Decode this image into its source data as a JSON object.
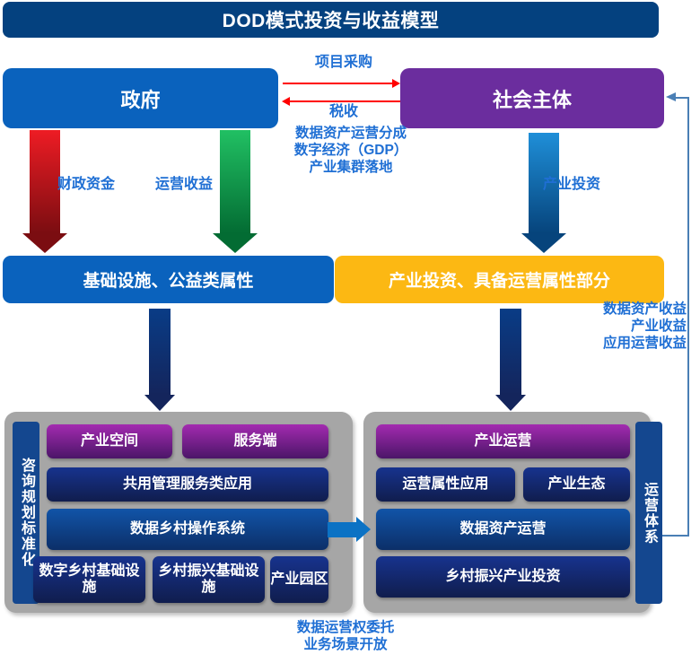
{
  "title": "DOD模式投资与收益模型",
  "actors": {
    "government": "政府",
    "society": "社会主体"
  },
  "categories": {
    "infrastructure": "基础设施、公益类属性",
    "industry": "产业投资、具备运营属性部分"
  },
  "flows": {
    "procurement": "项目采购",
    "tax": "税收",
    "returns_multiline": "数据资产运营分成\n数字经济（GDP）\n产业集群落地",
    "fiscal_funds": "财政资金",
    "operating_income": "运营收益",
    "industry_investment": "产业投资",
    "right_revenue_multiline": "数据资产收益\n产业收益\n应用运营收益",
    "bottom_note_multiline": "数据运营权委托\n业务场景开放"
  },
  "panels": {
    "left": {
      "side_tab": "咨询规划标准化",
      "cards": [
        {
          "label": "产业空间",
          "style": "purple"
        },
        {
          "label": "服务端",
          "style": "purple"
        },
        {
          "label": "共用管理服务类应用",
          "style": "navy"
        },
        {
          "label": "数据乡村操作系统",
          "style": "blue"
        },
        {
          "label": "数字乡村基础设施",
          "style": "navy"
        },
        {
          "label": "乡村振兴基础设施",
          "style": "navy"
        },
        {
          "label": "产业园区",
          "style": "navy"
        }
      ]
    },
    "right": {
      "side_tab": "运营体系",
      "cards": [
        {
          "label": "产业运营",
          "style": "purple"
        },
        {
          "label": "运营属性应用",
          "style": "navy"
        },
        {
          "label": "产业生态",
          "style": "navy"
        },
        {
          "label": "数据资产运营",
          "style": "blue"
        },
        {
          "label": "乡村振兴产业投资",
          "style": "navy"
        }
      ]
    }
  },
  "colors": {
    "title_bar": "#04417f",
    "government": "#0a62bd",
    "society": "#6b2d9e",
    "infrastructure": "#0a62bd",
    "industry": "#fcb813",
    "label_text": "#1f6fd4",
    "red_arrow": "#ff0000",
    "panel_bg": "#a6a6a6"
  }
}
